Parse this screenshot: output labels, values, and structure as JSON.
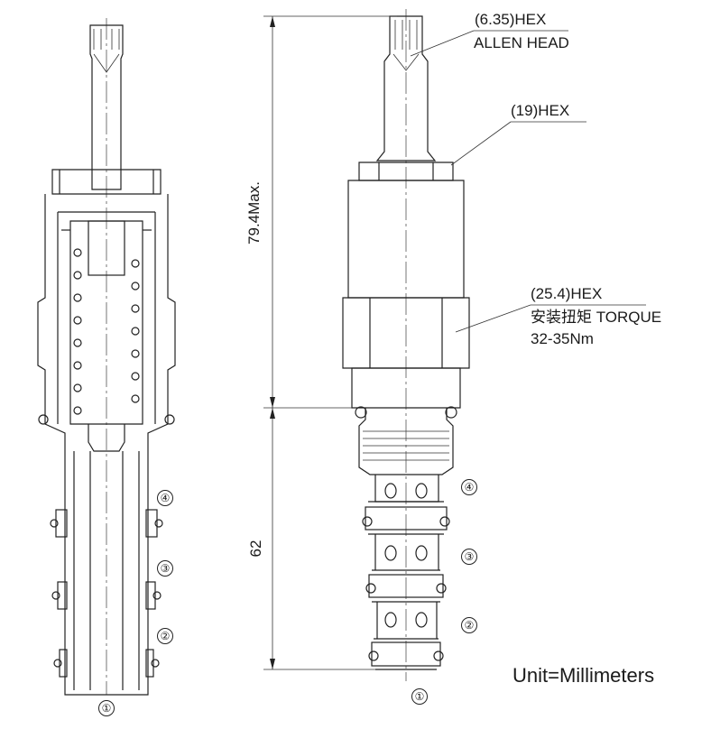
{
  "callouts": {
    "allen_hex": "(6.35)HEX",
    "allen_head": "ALLEN HEAD",
    "hex19": "(19)HEX",
    "hex254": "(25.4)HEX",
    "torque": "安装扭矩 TORQUE",
    "torque_value": "32-35Nm"
  },
  "dimensions": {
    "overall": "79.4Max.",
    "cartridge": "62"
  },
  "ports": {
    "section_view": [
      "④",
      "③",
      "②",
      "①"
    ],
    "exterior_view": [
      "④",
      "③",
      "②",
      "①"
    ]
  },
  "unit_note": "Unit=Millimeters"
}
